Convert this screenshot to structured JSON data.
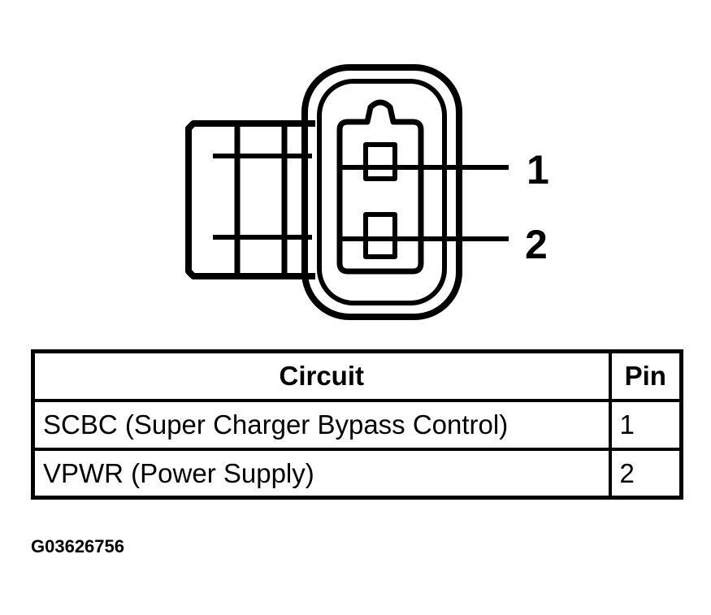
{
  "connector": {
    "pin_labels": [
      "1",
      "2"
    ]
  },
  "table": {
    "headers": [
      "Circuit",
      "Pin"
    ],
    "rows": [
      {
        "circuit": "SCBC (Super Charger Bypass Control)",
        "pin": "1"
      },
      {
        "circuit": "VPWR (Power Supply)",
        "pin": "2"
      }
    ]
  },
  "figure_id": "G03626756"
}
